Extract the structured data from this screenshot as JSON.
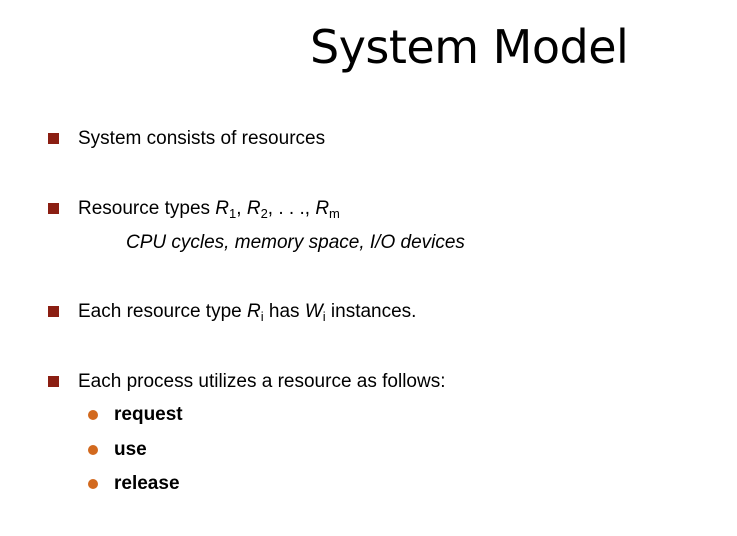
{
  "slide": {
    "title": "System Model",
    "bullets": [
      {
        "text": "System consists of resources"
      },
      {
        "prefix": "Resource types ",
        "r": "R",
        "s1": "1",
        "comma1": ", ",
        "r2": "R",
        "s2": "2",
        "ellipsis": ", . . ., ",
        "r3": "R",
        "s3": "m",
        "sub_line": "CPU cycles, memory space, I/O devices"
      },
      {
        "prefix": "Each resource type ",
        "r": "R",
        "ri_sub": "i",
        "has": " has ",
        "w": "W",
        "wi_sub": "i",
        "suffix": " instances."
      },
      {
        "text": "Each process utilizes a resource as follows:"
      }
    ],
    "steps": [
      "request",
      "use",
      "release"
    ]
  }
}
